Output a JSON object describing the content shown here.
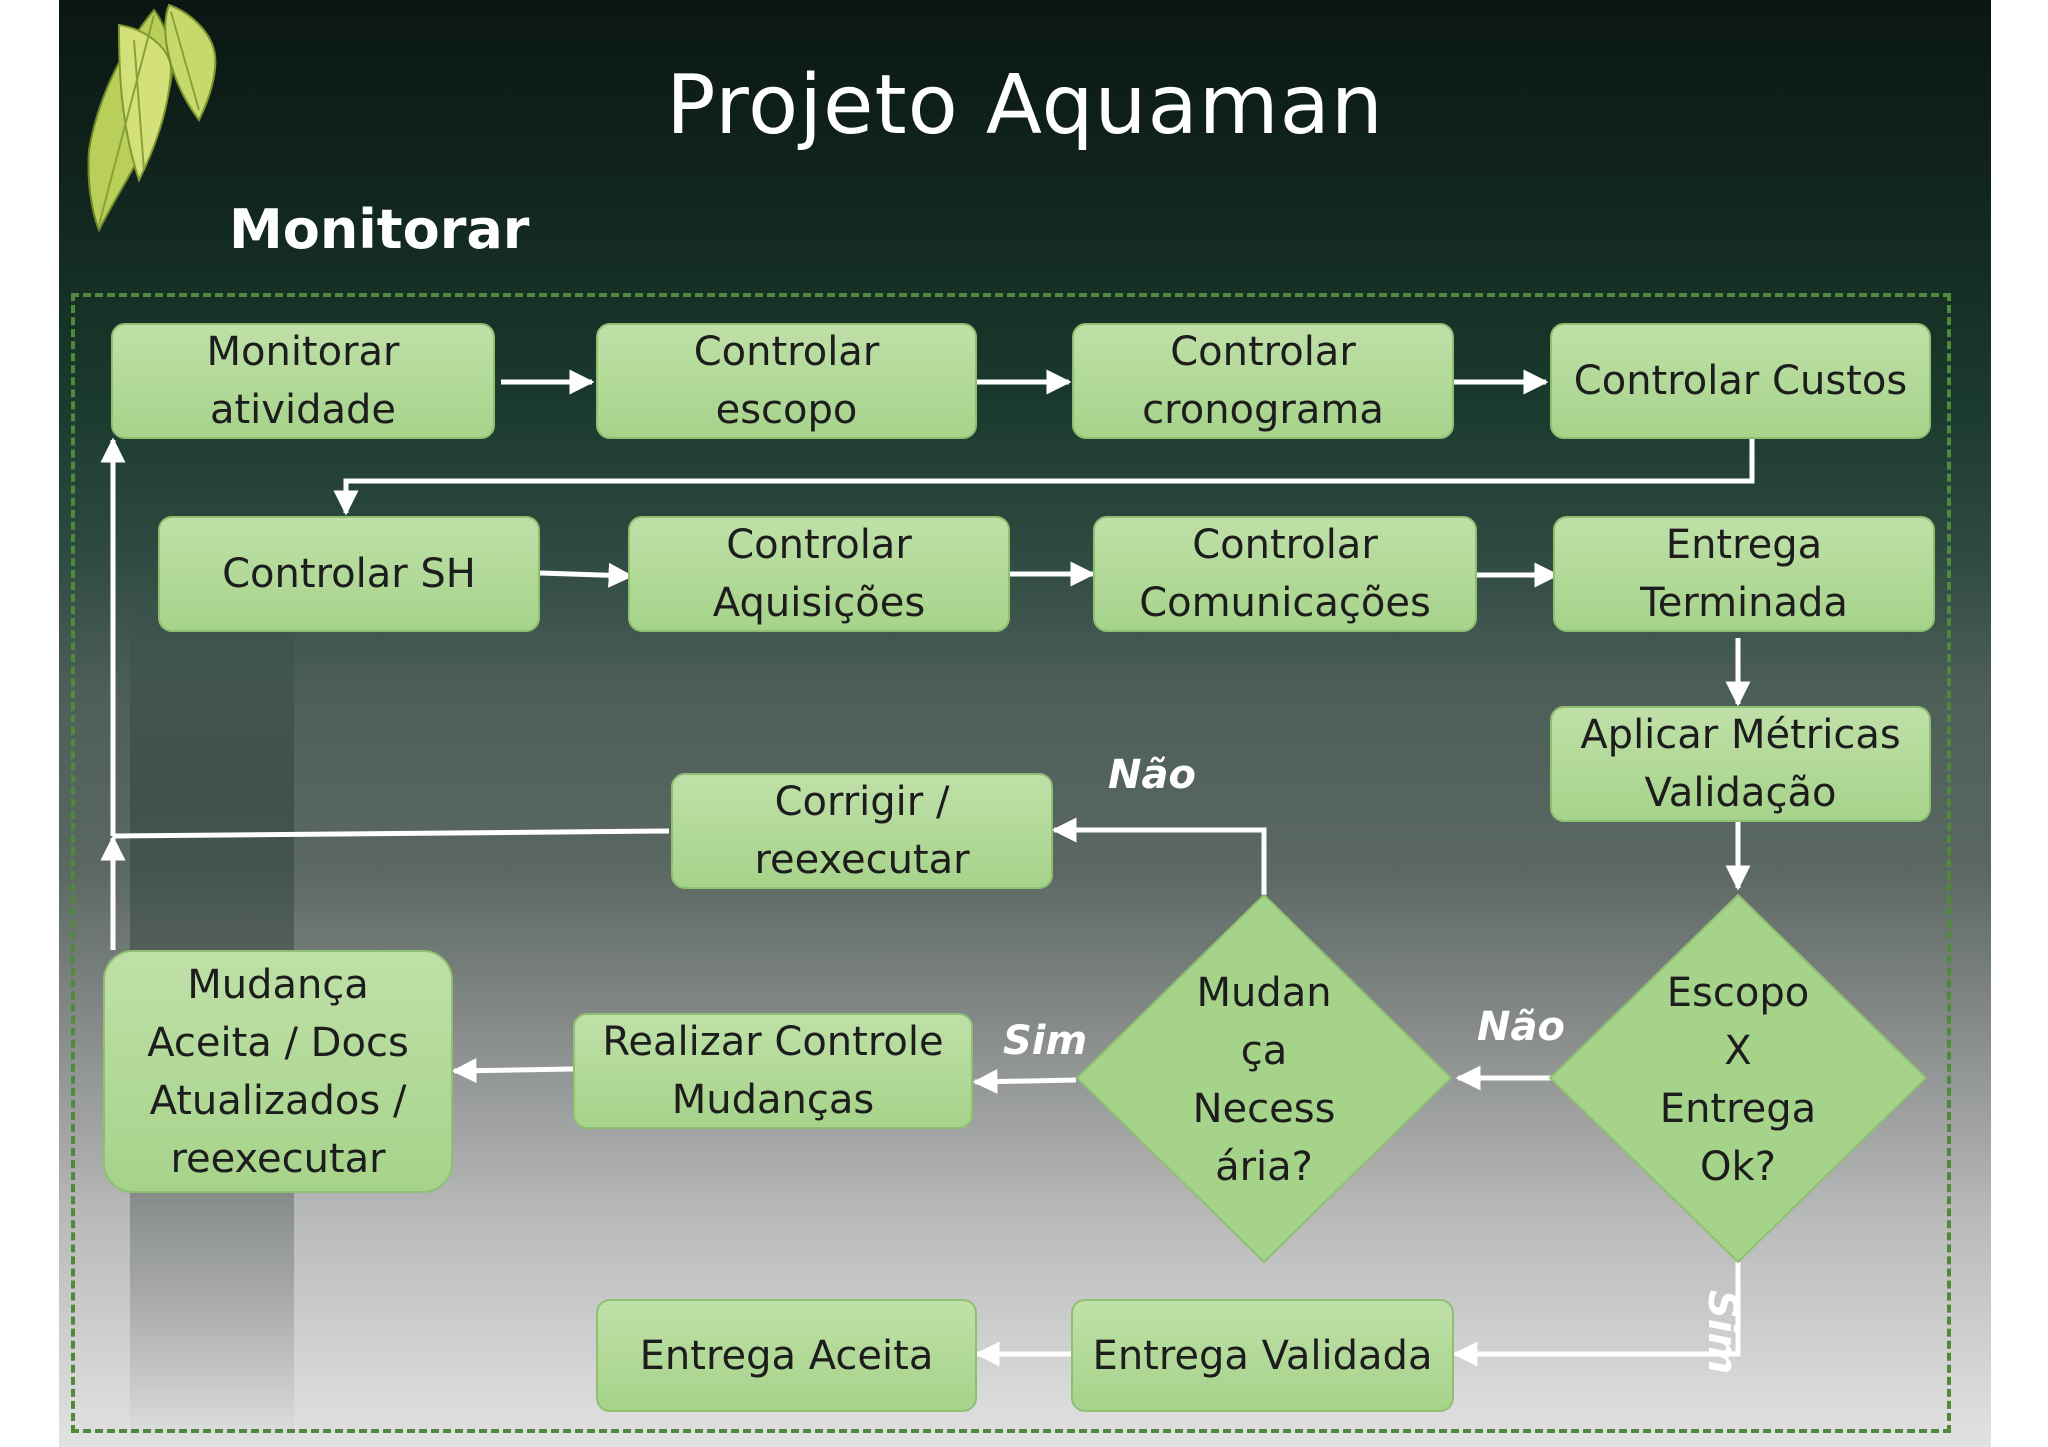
{
  "title": "Projeto Aquaman",
  "subtitle": "Monitorar",
  "colors": {
    "box_fill": "#a6d38a",
    "frame": "#4f8a3b",
    "arrow": "#ffffff",
    "text": "#1d1d1d"
  },
  "decoration": "leaf-icon",
  "nodes": {
    "monitorar_atividade": "Monitorar\natividade",
    "controlar_escopo": "Controlar\nescopo",
    "controlar_cronograma": "Controlar\ncronograma",
    "controlar_custos": "Controlar Custos",
    "controlar_sh": "Controlar SH",
    "controlar_aquisicoes": "Controlar\nAquisições",
    "controlar_comunicacoes": "Controlar\nComunicações",
    "entrega_terminada": "Entrega\nTerminada",
    "aplicar_metricas": "Aplicar Métricas\nValidação",
    "corrigir": "Corrigir /\nreexecutar",
    "mudanca_aceita": "Mudança\nAceita / Docs\nAtualizados /\nreexecutar",
    "realizar_controle": "Realizar Controle\nMudanças",
    "mudanca_necessaria": "Mudan\nça\nNecess\nária?",
    "escopo_entrega": "Escopo\nX\nEntrega\nOk?",
    "entrega_aceita": "Entrega Aceita",
    "entrega_validada": "Entrega Validada"
  },
  "edge_labels": {
    "nao_1": "Não",
    "sim_1": "Sim",
    "nao_2": "Não",
    "sim_2": "Sim"
  }
}
